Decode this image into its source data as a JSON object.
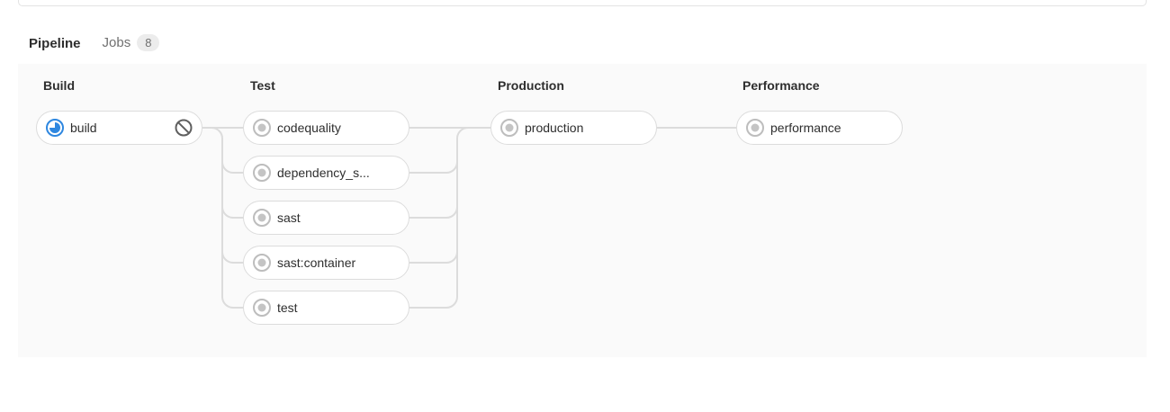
{
  "tabs": {
    "pipeline": {
      "label": "Pipeline",
      "active": true
    },
    "jobs": {
      "label": "Jobs",
      "badge": "8"
    }
  },
  "stages": [
    {
      "name": "Build",
      "jobs": [
        {
          "label": "build",
          "status": "running",
          "action": "cancel"
        }
      ]
    },
    {
      "name": "Test",
      "jobs": [
        {
          "label": "codequality",
          "status": "created"
        },
        {
          "label": "dependency_s...",
          "status": "created"
        },
        {
          "label": "sast",
          "status": "created"
        },
        {
          "label": "sast:container",
          "status": "created"
        },
        {
          "label": "test",
          "status": "created"
        }
      ]
    },
    {
      "name": "Production",
      "jobs": [
        {
          "label": "production",
          "status": "created"
        }
      ]
    },
    {
      "name": "Performance",
      "jobs": [
        {
          "label": "performance",
          "status": "created"
        }
      ]
    }
  ],
  "colors": {
    "tab_accent": "#6666c4",
    "status_running": "#2e87e0",
    "status_created": "#bdbdbd",
    "connector": "#dcdcdc",
    "panel_background": "#fafafa",
    "cancel_icon": "#5f5f5f"
  }
}
